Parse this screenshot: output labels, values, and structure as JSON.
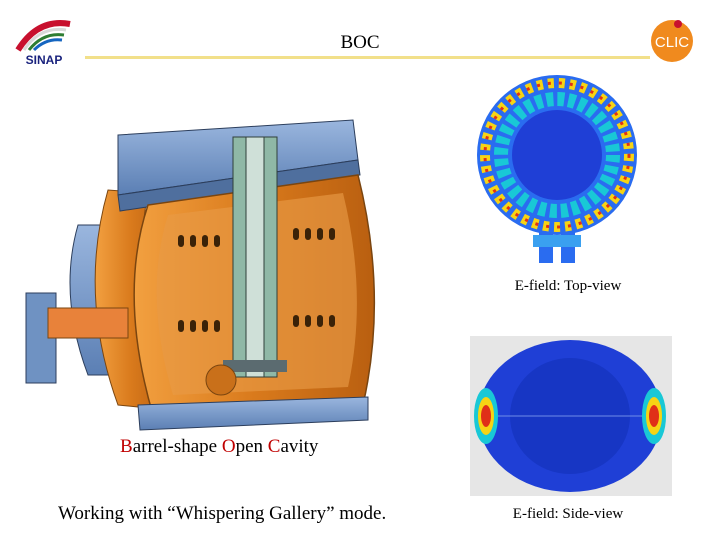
{
  "header": {
    "title": "BOC",
    "left_logo": {
      "icon": "sinap-logo",
      "text": "SINAP"
    },
    "right_logo": {
      "icon": "clic-logo",
      "text": "CLIC"
    }
  },
  "figures": {
    "cavity_image": {
      "icon": "barrel-cavity-cutaway"
    },
    "top_view": {
      "icon": "efield-top-view",
      "caption": "E-field: Top-view"
    },
    "side_view": {
      "icon": "efield-side-view",
      "caption": "E-field: Side-view"
    }
  },
  "captions": {
    "cavity": {
      "parts": [
        {
          "highlight": "B",
          "rest": "arrel-shape "
        },
        {
          "highlight": "O",
          "rest": "pen "
        },
        {
          "highlight": "C",
          "rest": "avity"
        }
      ]
    },
    "mode": "Working with “Whispering Gallery” mode."
  },
  "colors": {
    "title_rule": "#f2e08a",
    "highlight": "#c00000",
    "copper": "#e08a2a",
    "steel_blue": "#6f92c2",
    "field_background": "#1f3fd6"
  }
}
